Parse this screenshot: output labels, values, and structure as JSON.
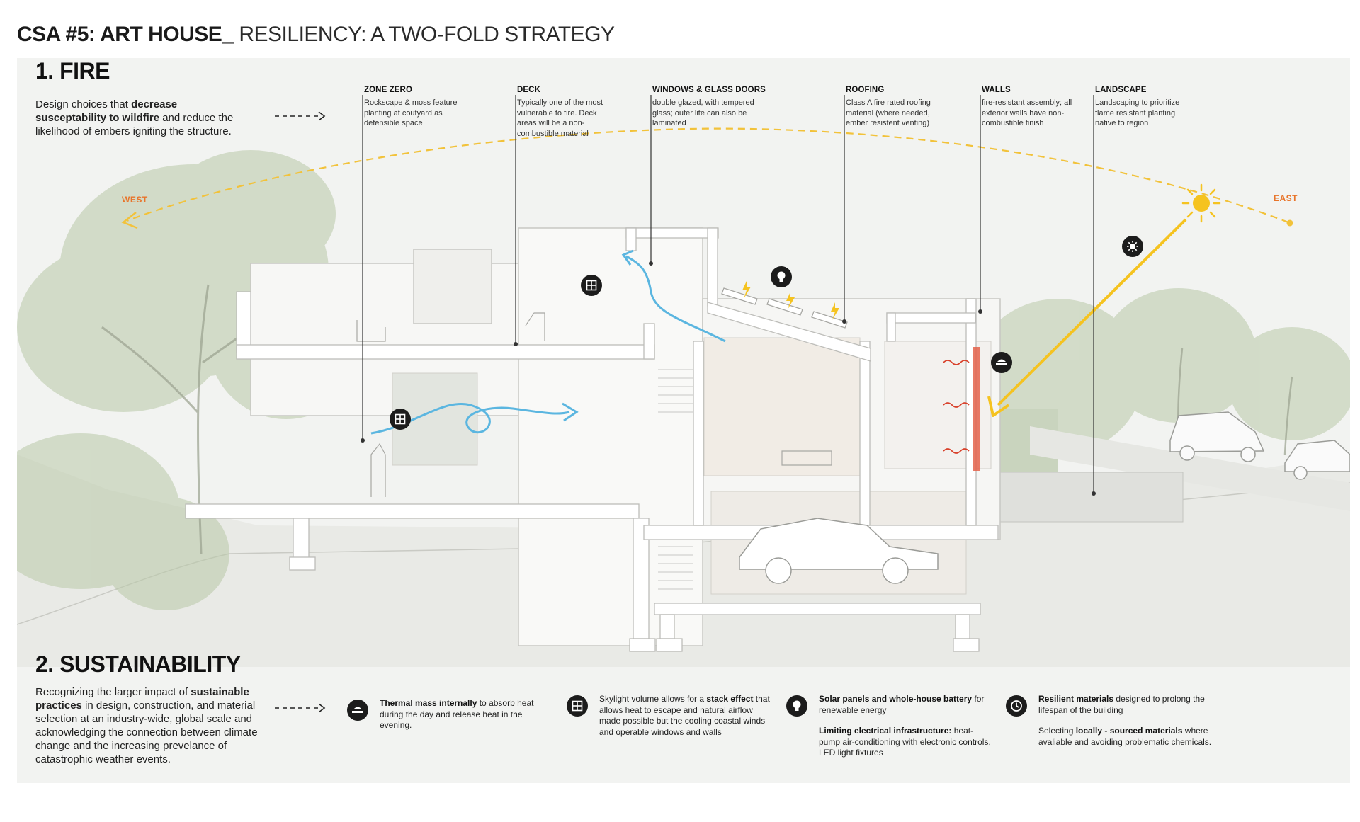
{
  "header": {
    "title_bold": "CSA #5: ART HOUSE_",
    "title_light": "RESILIENCY: A TWO-FOLD STRATEGY"
  },
  "fire": {
    "title": "1. FIRE",
    "desc": {
      "pre": "Design choices that ",
      "bold": "decrease susceptability to wildfire",
      "post": " and reduce the likelihood of embers igniting the structure."
    }
  },
  "callouts": [
    {
      "title": "ZONE ZERO",
      "body": "Rockscape & moss feature planting at coutyard as defensible space"
    },
    {
      "title": "DECK",
      "body": "Typically one of the most vulnerable to fire. Deck areas will be a non-combustible material"
    },
    {
      "title": "WINDOWS & GLASS DOORS",
      "body": "double glazed, with tempered glass; outer lite can also be laminated"
    },
    {
      "title": "ROOFING",
      "body": "Class A fire rated roofing material (where needed, ember resistent venting)"
    },
    {
      "title": "WALLS",
      "body": "fire-resistant assembly; all exterior walls have non-combustible finish"
    },
    {
      "title": "LANDSCAPE",
      "body": "Landscaping to prioritize flame resistant planting native to region"
    }
  ],
  "compass": {
    "west": "WEST",
    "east": "EAST"
  },
  "sustainability": {
    "title": "2. SUSTAINABILITY",
    "desc": {
      "pre": "Recognizing the larger impact of ",
      "bold": "sustainable practices",
      "post": " in design, construction, and material selection at an industry-wide, global scale and acknowledging the connection between climate change and the increasing prevelance of catastrophic weather events."
    }
  },
  "legend": [
    {
      "icon": "thermal-mass-icon",
      "lines": [
        {
          "bold": "Thermal mass internally",
          "text": " to absorb heat during the day and release heat in the evening."
        }
      ]
    },
    {
      "icon": "skylight-icon",
      "lines": [
        {
          "pre": "Skylight volume allows for a ",
          "bold": "stack effect",
          "text": " that allows heat to escape and natural airflow made possible but the cooling coastal winds and operable windows and walls"
        }
      ]
    },
    {
      "icon": "lightbulb-icon",
      "lines": [
        {
          "bold": "Solar panels and whole-house battery",
          "text": " for renewable energy"
        },
        {
          "bold": "Limiting electrical infrastructure:",
          "text": " heat-pump air-conditioning with electronic controls, LED light fixtures"
        }
      ]
    },
    {
      "icon": "clock-icon",
      "lines": [
        {
          "bold": "Resilient materials",
          "text": " designed to prolong the lifespan of the building"
        },
        {
          "pre": "Selecting ",
          "bold": "locally - sourced materials",
          "text": " where avaliable and avoiding problematic chemicals."
        }
      ]
    }
  ],
  "colors": {
    "sun": "#f5c320",
    "sun_path": "#f2c23a",
    "compass": "#e8742a",
    "airflow": "#5bb6e0",
    "heat": "#d8402a",
    "foliage": "#b9c9a8"
  }
}
